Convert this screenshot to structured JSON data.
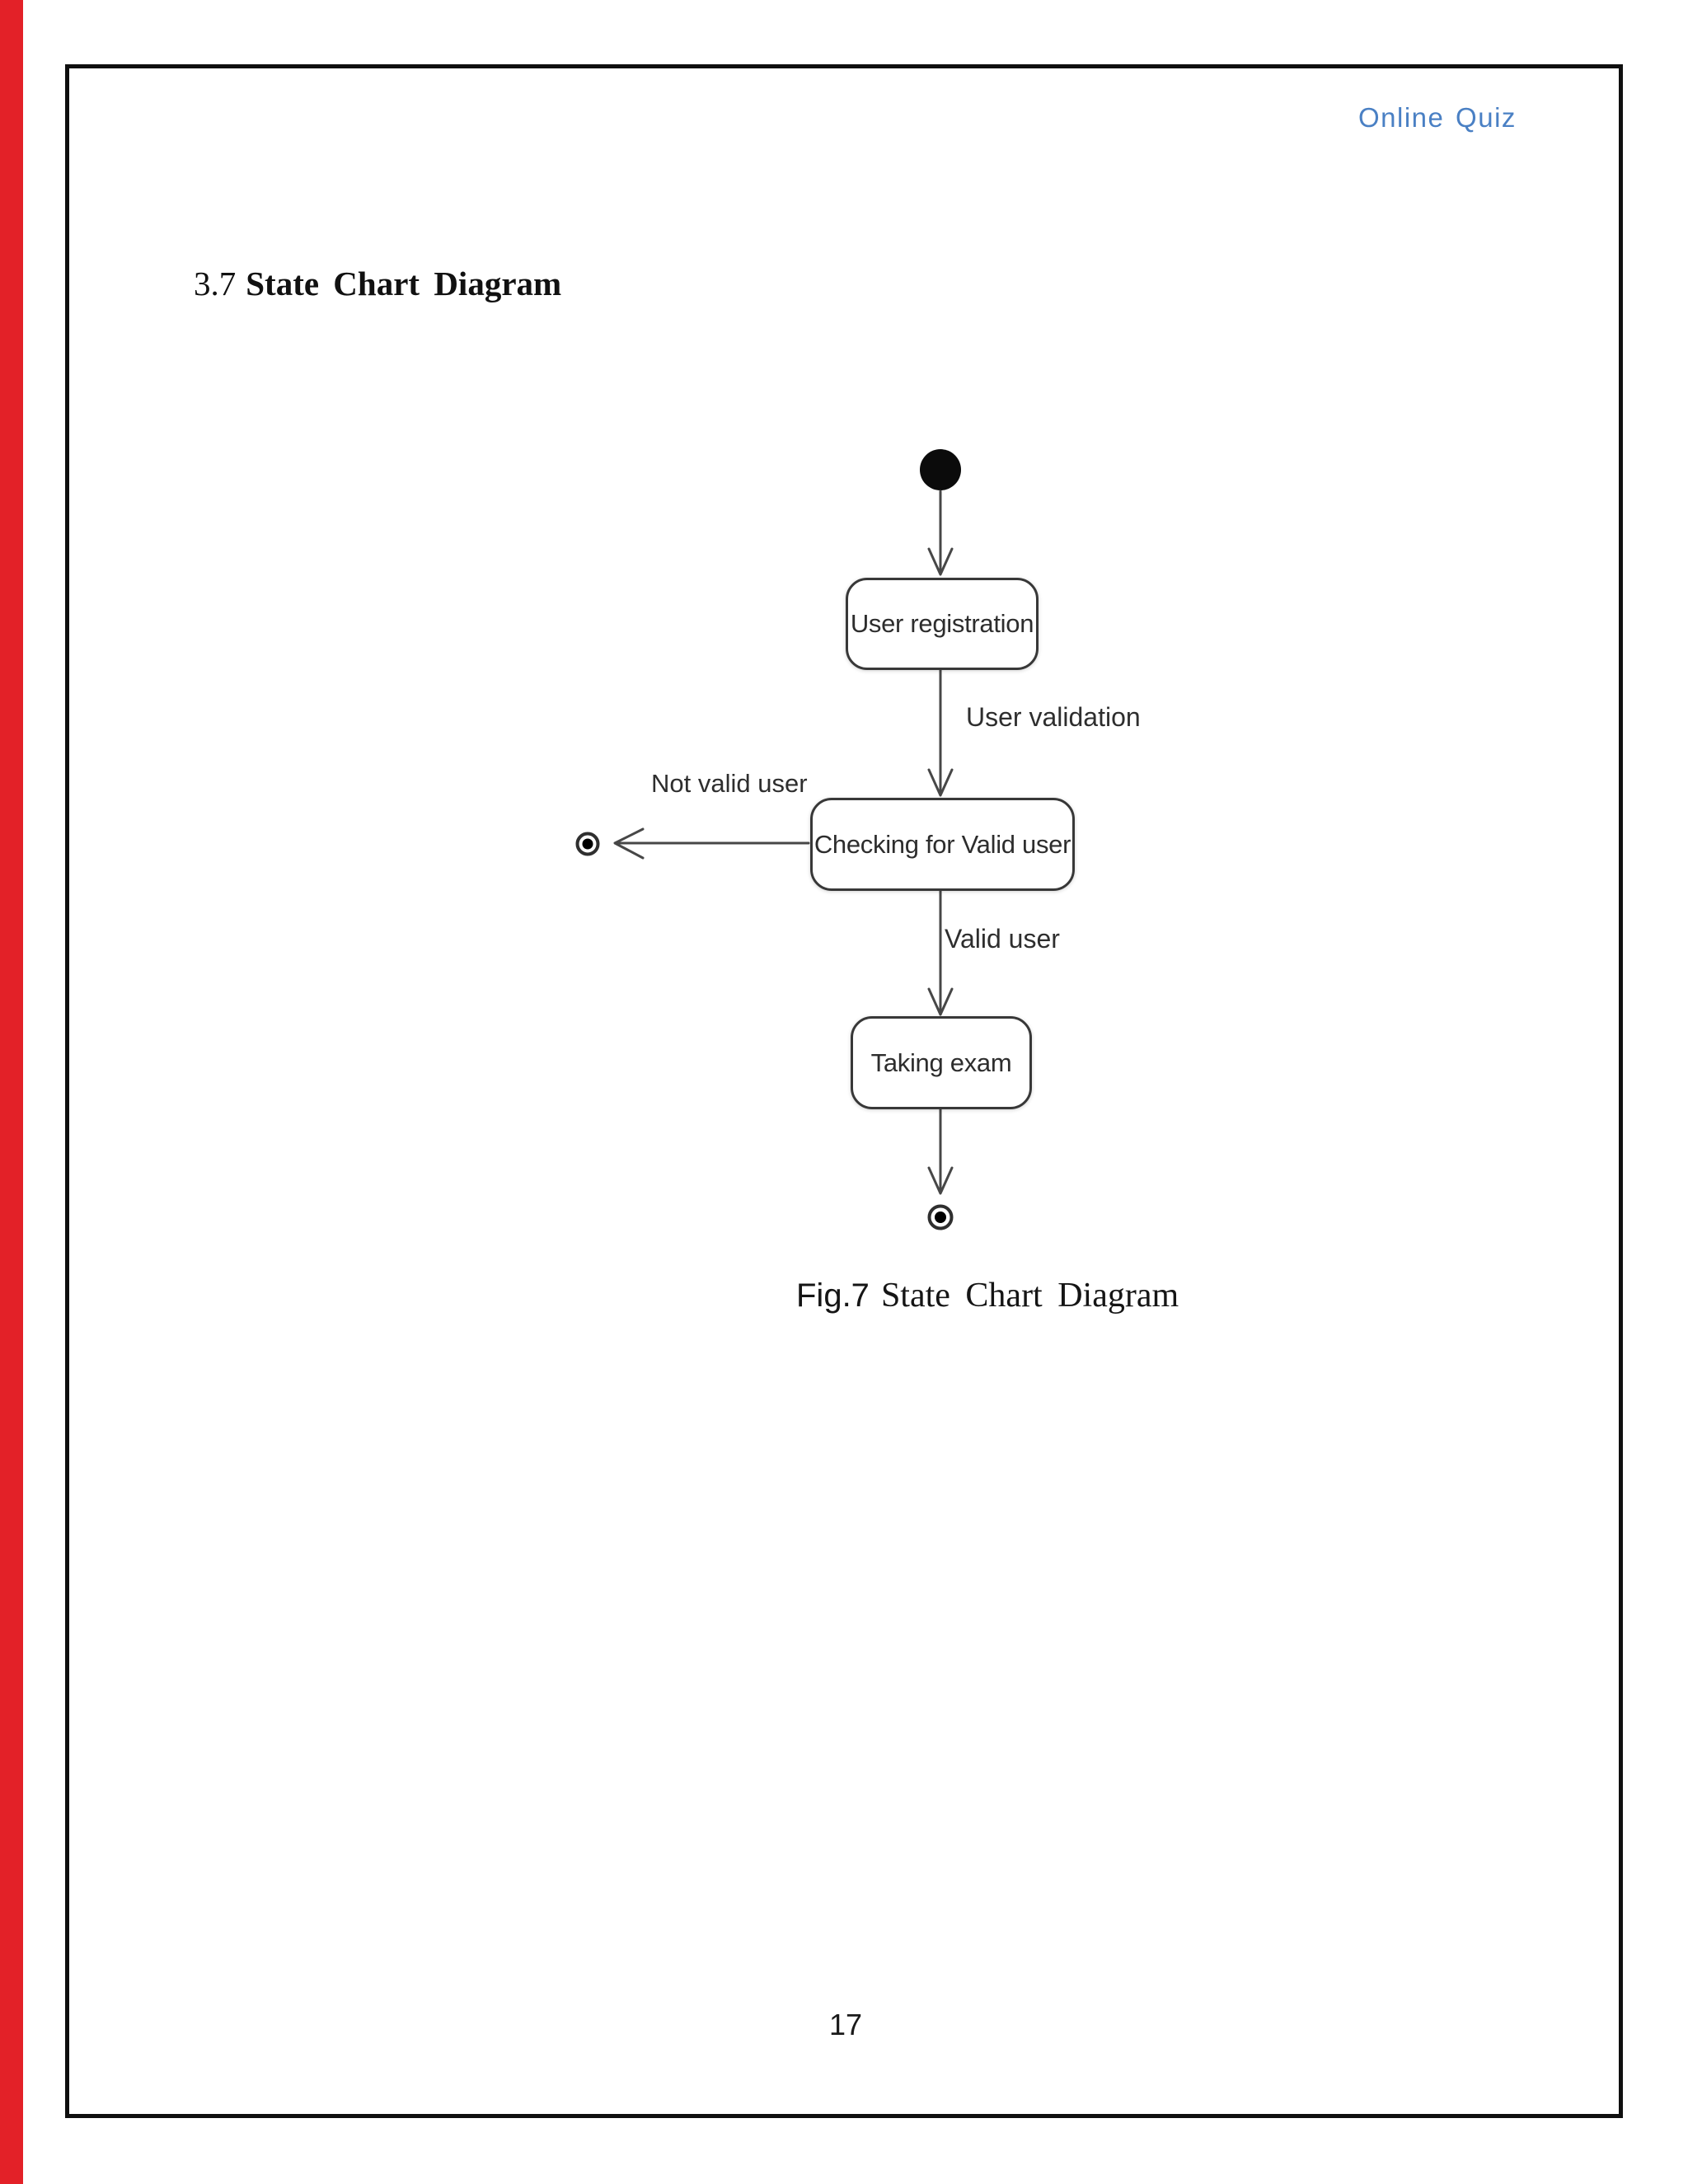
{
  "page": {
    "header": "Online Quiz",
    "heading_number": "3.7",
    "heading_title": "State Chart Diagram",
    "caption_prefix": "Fig.7",
    "caption_text": "State Chart Diagram",
    "page_number": "17"
  },
  "colors": {
    "left_strip_red": "#e32128",
    "header_blue": "#4a80c4",
    "page_border_black": "#0f0f0f",
    "diagram_stroke_gray": "#474747",
    "state_border_gray": "#383838",
    "text_dark": "#2d2d2d"
  },
  "diagram": {
    "type": "uml-state-chart",
    "states": [
      {
        "id": "initial",
        "kind": "initial-pseudostate",
        "label": ""
      },
      {
        "id": "user-registration",
        "kind": "state",
        "label": "User registration"
      },
      {
        "id": "checking-valid-user",
        "kind": "state",
        "label": "Checking for Valid user"
      },
      {
        "id": "taking-exam",
        "kind": "state",
        "label": "Taking exam"
      },
      {
        "id": "final-left",
        "kind": "final-state",
        "label": ""
      },
      {
        "id": "final-bottom",
        "kind": "final-state",
        "label": ""
      }
    ],
    "transitions": [
      {
        "from": "initial",
        "to": "user-registration",
        "label": ""
      },
      {
        "from": "user-registration",
        "to": "checking-valid-user",
        "label": "User validation"
      },
      {
        "from": "checking-valid-user",
        "to": "final-left",
        "label": "Not valid user"
      },
      {
        "from": "checking-valid-user",
        "to": "taking-exam",
        "label": "Valid user"
      },
      {
        "from": "taking-exam",
        "to": "final-bottom",
        "label": ""
      }
    ]
  }
}
